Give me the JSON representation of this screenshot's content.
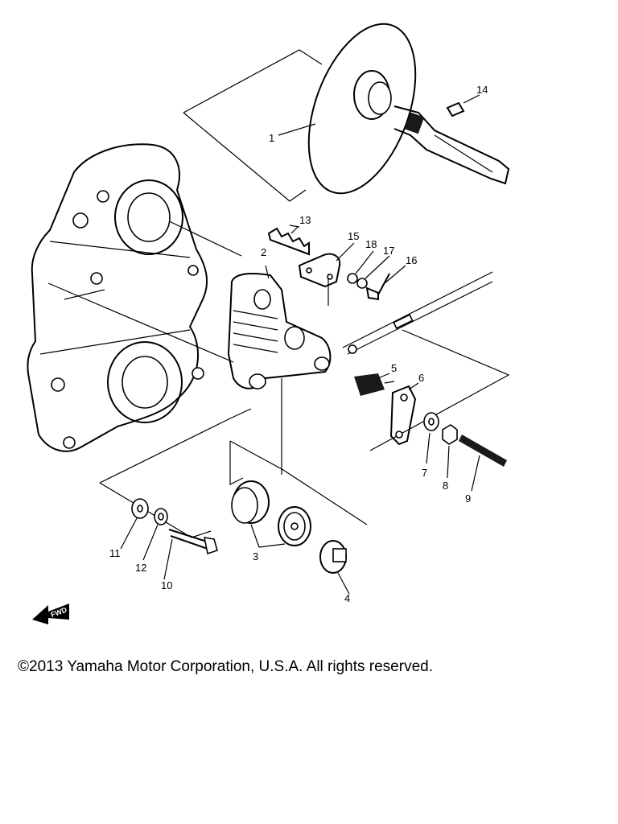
{
  "diagram": {
    "callouts": [
      {
        "id": "1",
        "label": "1"
      },
      {
        "id": "2",
        "label": "2"
      },
      {
        "id": "3",
        "label": "3"
      },
      {
        "id": "4",
        "label": "4"
      },
      {
        "id": "5",
        "label": "5"
      },
      {
        "id": "6",
        "label": "6"
      },
      {
        "id": "7",
        "label": "7"
      },
      {
        "id": "8",
        "label": "8"
      },
      {
        "id": "9",
        "label": "9"
      },
      {
        "id": "10",
        "label": "10"
      },
      {
        "id": "11",
        "label": "11"
      },
      {
        "id": "12",
        "label": "12"
      },
      {
        "id": "13",
        "label": "13"
      },
      {
        "id": "14",
        "label": "14"
      },
      {
        "id": "15",
        "label": "15"
      },
      {
        "id": "16",
        "label": "16"
      },
      {
        "id": "17",
        "label": "17"
      },
      {
        "id": "18",
        "label": "18"
      }
    ],
    "fwd_arrow_text": "FWD"
  },
  "footer": {
    "copyright": "©2013 Yamaha Motor Corporation, U.S.A. All rights reserved."
  }
}
